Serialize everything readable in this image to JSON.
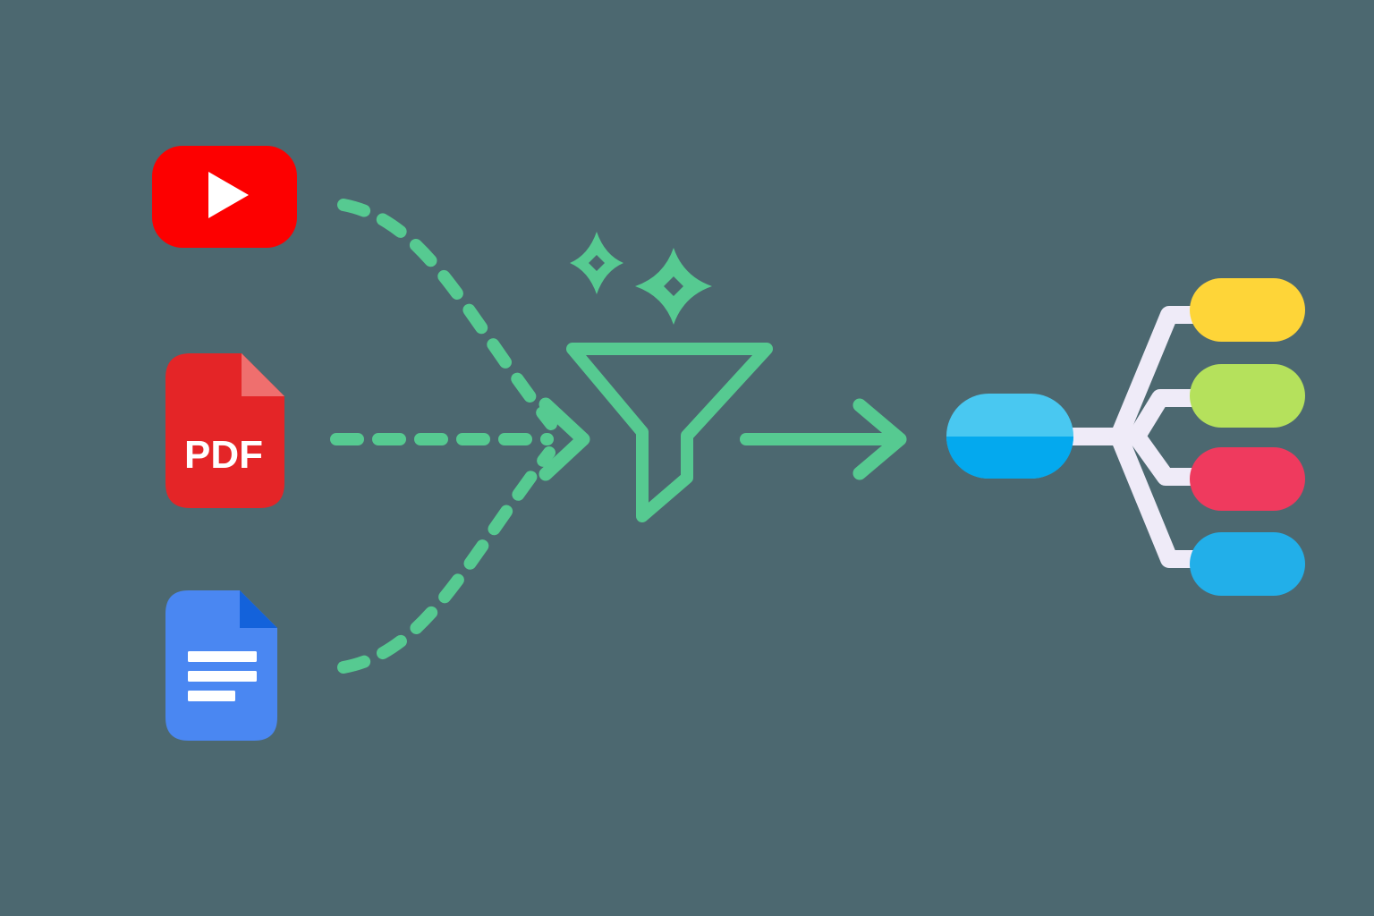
{
  "colors": {
    "background": "#4C6870",
    "green": "#56CA91",
    "white": "#FFFFFF",
    "youtube_red": "#FD0000",
    "pdf_red": "#E42527",
    "pdf_fold": "#EF6F6E",
    "docs_blue": "#4A87F2",
    "docs_fold": "#1362DB",
    "branch": "#EFEBF8"
  },
  "sources": {
    "youtube": {
      "icon": "youtube-play-icon"
    },
    "pdf": {
      "icon": "pdf-file-icon",
      "label": "PDF"
    },
    "docs": {
      "icon": "text-document-icon"
    }
  },
  "processor": {
    "icon": "filter-funnel-icon",
    "decoration": "sparkles-icon"
  },
  "mindmap": {
    "icon": "mindmap-icon",
    "root": {
      "top": "#49C8F1",
      "bottom": "#04A9EE"
    },
    "leaves": [
      {
        "id": "yellow",
        "color": "#FED538"
      },
      {
        "id": "lime",
        "color": "#B5E15C"
      },
      {
        "id": "red",
        "color": "#EF3A5E"
      },
      {
        "id": "cyan",
        "color": "#22AFE9"
      }
    ]
  }
}
